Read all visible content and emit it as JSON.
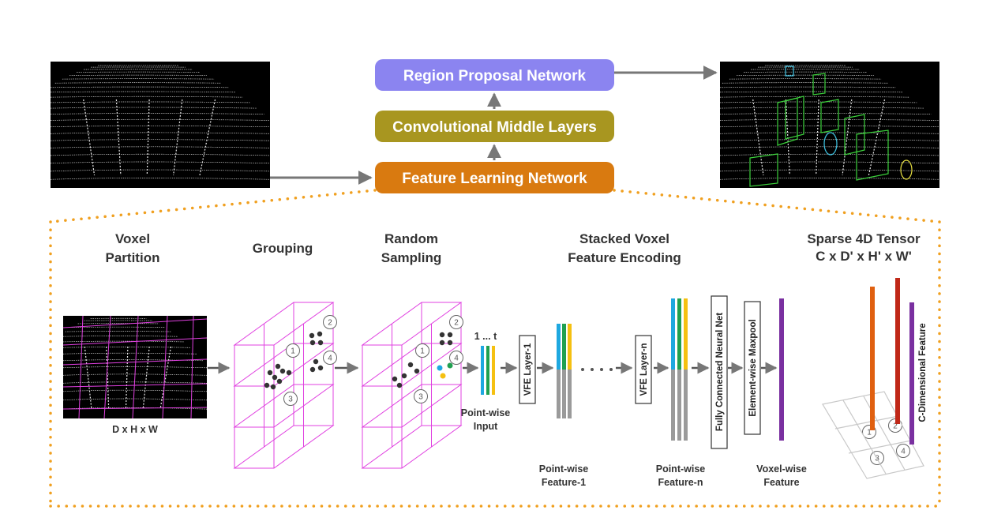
{
  "pipeline": {
    "rpn": "Region Proposal Network",
    "conv": "Convolutional Middle Layers",
    "fln": "Feature Learning Network"
  },
  "stages": {
    "voxel_partition": [
      "Voxel",
      "Partition"
    ],
    "grouping": "Grouping",
    "random_sampling": [
      "Random",
      "Sampling"
    ],
    "svfe": [
      "Stacked Voxel",
      "Feature Encoding"
    ],
    "sparse": [
      "Sparse 4D Tensor",
      "C x D' x H' x W'"
    ]
  },
  "labels": {
    "dhw": "D x H x W",
    "one_to_t": "1 ... t",
    "pointwise_input": [
      "Point-wise",
      "Input"
    ],
    "vfe1": "VFE Layer-1",
    "vfen": "VFE Layer-n",
    "pwf1": [
      "Point-wise",
      "Feature-1"
    ],
    "pwfn": [
      "Point-wise",
      "Feature-n"
    ],
    "fcnn": "Fully Connected Neural Net",
    "maxpool": "Element-wise Maxpool",
    "voxelwise": [
      "Voxel-wise",
      "Feature"
    ],
    "cdim": "C-Dimensional Feature",
    "circles": [
      "1",
      "2",
      "3",
      "4"
    ]
  },
  "colors": {
    "rpn": "#8b84f0",
    "conv": "#a89620",
    "fln": "#d97a10",
    "dotted": "#f0a020",
    "grid": "#e040e0",
    "feat_blue": "#1ea8e0",
    "feat_green": "#20a050",
    "feat_yellow": "#f5c010",
    "feat_gray": "#9a9a9a",
    "purple": "#7a30a0",
    "orange_bar": "#e06010",
    "red_bar": "#c02818"
  }
}
